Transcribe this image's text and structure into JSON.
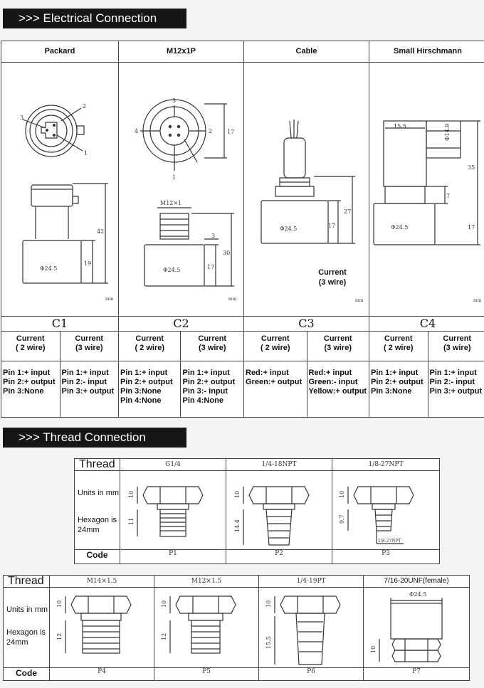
{
  "electrical": {
    "banner": ">>> Electrical Connection",
    "columns": [
      {
        "name": "Packard",
        "code": "C1",
        "current_2": "Current\n( 2 wire)",
        "current_3": "Current\n(3 wire)",
        "pins_2": "Pin 1:+ input\nPin 2:+ output\nPin 3:None",
        "pins_3": "Pin 1:+ input\nPin 2:- input\nPin 3:+ output",
        "dims": {
          "height": "42",
          "base": "19",
          "dia": "Φ24.5",
          "mm": "mm",
          "pin1": "1",
          "pin2": "2",
          "pin3": "3"
        }
      },
      {
        "name": "M12x1P",
        "code": "C2",
        "current_2": "Current\n( 2 wire)",
        "current_3": "Current\n(3 wire)",
        "pins_2": "Pin 1:+ input\nPin 2:+ output\nPin 3:None\nPin 4:None",
        "pins_3": "Pin 1:+ input\nPin 2:+ output\nPin 3:- input\nPin 4:None",
        "dims": {
          "thread": "M12×1",
          "d3": "3",
          "d30": "30",
          "d17": "17",
          "top17": "17",
          "dia": "Φ24.5",
          "mm": "mm",
          "p1": "1",
          "p2": "2",
          "p3": "3",
          "p4": "4"
        }
      },
      {
        "name": "Cable",
        "code": "C3",
        "current_2": "Current\n( 2 wire)",
        "current_3": "Current\n(3 wire)",
        "pins_2": "Red:+ input\nGreen:+ output",
        "pins_3": "Red:+ input\nGreen:- input\nYellow:+ output",
        "dims": {
          "d27": "27",
          "d17": "17",
          "dia": "Φ24.5",
          "mm": "mm",
          "note": "Current\n(3 wire)"
        }
      },
      {
        "name": "Small Hirschmann",
        "code": "C4",
        "current_2": "Current\n( 2 wire)",
        "current_3": "Current\n(3 wire)",
        "pins_2": "Pin 1:+ input\nPin 2:+ output\nPin 3:None",
        "pins_3": "Pin 1:+ input\nPin 2:- input\nPin 3:+ output",
        "dims": {
          "d155": "15.5",
          "d149": "Φ14.9",
          "d35": "35",
          "d7": "7",
          "d17": "17",
          "dia": "Φ24.5",
          "mm": "mm"
        }
      }
    ]
  },
  "thread": {
    "banner": ">>> Thread Connection",
    "table1": {
      "thread_label": "Thread",
      "units_label": "Units in mm",
      "hex_label": "Hexagon is\n24mm",
      "code_label": "Code",
      "items": [
        {
          "name": "G1/4",
          "code": "P1",
          "d_top": "10",
          "d_bot": "11"
        },
        {
          "name": "1/4-18NPT",
          "code": "P2",
          "d_top": "10",
          "d_bot": "14.4"
        },
        {
          "name": "1/8-27NPT",
          "code": "P3",
          "d_top": "10",
          "d_bot": "9.7",
          "note": "1/8-27NPT"
        }
      ]
    },
    "table2": {
      "thread_label": "Thread",
      "units_label": "Units in mm",
      "hex_label": "Hexagon is\n24mm",
      "code_label": "Code",
      "items": [
        {
          "name": "M14×1.5",
          "code": "P4",
          "d_top": "10",
          "d_bot": "12"
        },
        {
          "name": "M12×1.5",
          "code": "P5",
          "d_top": "10",
          "d_bot": "12"
        },
        {
          "name": "1/4-19PT",
          "code": "P6",
          "d_top": "10",
          "d_bot": "15.5"
        },
        {
          "name": "7/16-20UNF(female)",
          "code": "P7",
          "d_top": "10",
          "dia": "Φ24.5"
        }
      ]
    }
  }
}
